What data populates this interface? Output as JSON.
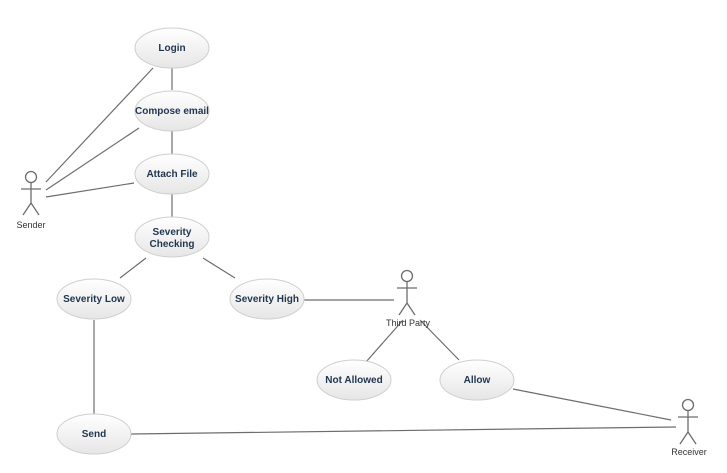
{
  "diagram": {
    "actors": {
      "sender": "Sender",
      "third_party": "Third Party",
      "receiver": "Receiver"
    },
    "use_cases": {
      "login": "Login",
      "compose_email": "Compose email",
      "attach_file": "Attach File",
      "severity_checking_line1": "Severity",
      "severity_checking_line2": "Checking",
      "severity_low": "Severity Low",
      "severity_high": "Severity High",
      "not_allowed": "Not Allowed",
      "allow": "Allow",
      "send": "Send"
    }
  }
}
